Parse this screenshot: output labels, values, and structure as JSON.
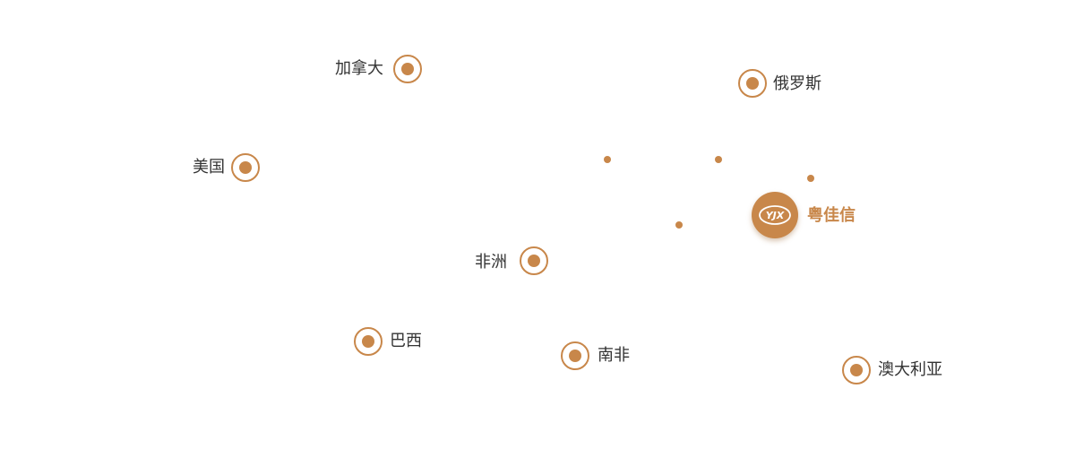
{
  "hub": {
    "logo_text": "YJX",
    "label": "粤佳信"
  },
  "regions": [
    {
      "key": "canada",
      "label": "加拿大"
    },
    {
      "key": "russia",
      "label": "俄罗斯"
    },
    {
      "key": "usa",
      "label": "美国"
    },
    {
      "key": "africa",
      "label": "非洲"
    },
    {
      "key": "brazil",
      "label": "巴西"
    },
    {
      "key": "south-africa",
      "label": "南非"
    },
    {
      "key": "australia",
      "label": "澳大利亚"
    }
  ],
  "colors": {
    "accent": "#c8874a",
    "text": "#333333",
    "background": "#ffffff"
  }
}
